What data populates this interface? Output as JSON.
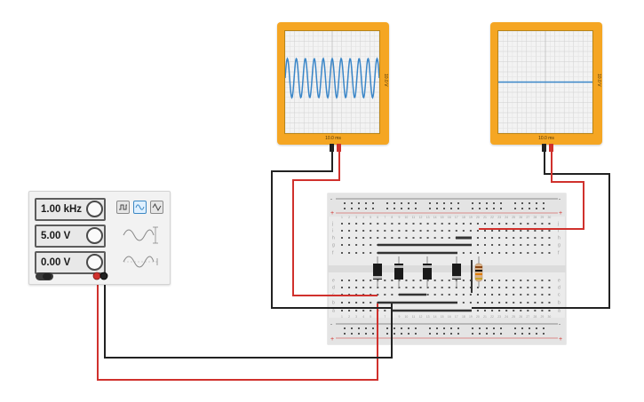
{
  "function_generator": {
    "frequency": "1.00 kHz",
    "amplitude": "5.00 V",
    "dc_offset": "0.00 V",
    "waveforms": [
      "square-wave-icon",
      "sine-wave-icon",
      "triangle-wave-icon"
    ],
    "active_waveform": "sine-wave-icon"
  },
  "oscilloscope_left": {
    "time_per_div": "10.0 ms",
    "volts_per_div": "10.0 V"
  },
  "oscilloscope_right": {
    "time_per_div": "10.0 ms",
    "volts_per_div": "10.0 V"
  },
  "breadboard": {
    "row_letters_top": [
      "j",
      "i",
      "h",
      "g",
      "f"
    ],
    "row_letters_bottom": [
      "e",
      "d",
      "c",
      "b",
      "a"
    ],
    "column_numbers": [
      "1",
      "2",
      "3",
      "4",
      "5",
      "6",
      "7",
      "8",
      "9",
      "10",
      "11",
      "12",
      "13",
      "14",
      "15",
      "16",
      "17",
      "18",
      "19",
      "20",
      "21",
      "22",
      "23",
      "24",
      "25",
      "26",
      "27",
      "28",
      "29",
      "30"
    ],
    "rail_plus": "+",
    "rail_minus": "-"
  },
  "colors": {
    "scope_body": "#f5a623",
    "trace": "#3a86c8",
    "wire_red": "#d0312d",
    "wire_black": "#222222"
  }
}
